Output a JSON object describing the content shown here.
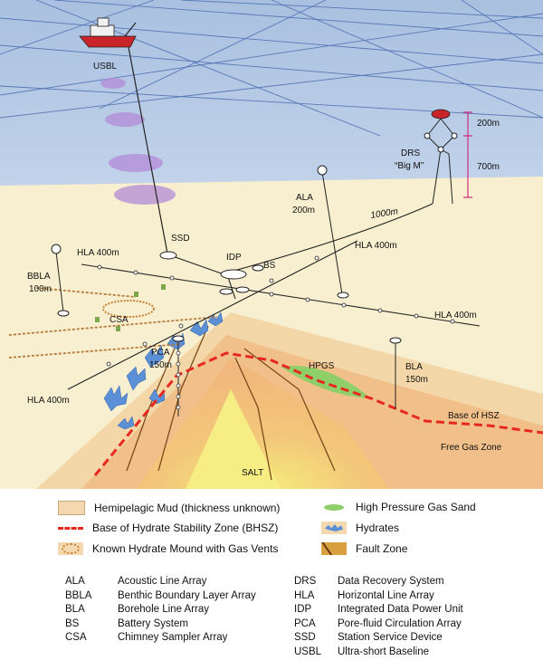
{
  "scene": {
    "labels": {
      "usbl": "USBL",
      "ssd": "SSD",
      "idp": "IDP",
      "bs": "BS",
      "ala": "ALA",
      "ala_len": "200m",
      "hla_top_left": "HLA 400m",
      "hla_top_right": "HLA 400m",
      "hla_right": "HLA 400m",
      "hla_bottom_left": "HLA 400m",
      "bbla": "BBLA",
      "bbla_len": "100m",
      "csa": "CSA",
      "pca": "PCA",
      "pca_len": "150m",
      "bla": "BLA",
      "bla_len": "150m",
      "hpgs": "HPGS",
      "drs": "DRS",
      "drs_name": "“Big M”",
      "depth_200": "200m",
      "depth_700": "700m",
      "cable_1000": "1000m",
      "base_hsz": "Base of HSZ",
      "free_gas": "Free Gas Zone",
      "salt": "SALT"
    }
  },
  "legend": {
    "items": [
      {
        "label": "Hemipelagic Mud (thickness unknown)",
        "swatch": "mud"
      },
      {
        "label": "Base of Hydrate Stability Zone (BHSZ)",
        "swatch": "bhsz"
      },
      {
        "label": "Known Hydrate Mound with Gas Vents",
        "swatch": "mound"
      },
      {
        "label": "High Pressure Gas Sand",
        "swatch": "gas-sand"
      },
      {
        "label": "Hydrates",
        "swatch": "hydrates"
      },
      {
        "label": "Fault Zone",
        "swatch": "fault"
      }
    ],
    "abbreviations_left": [
      {
        "abbr": "ALA",
        "meaning": "Acoustic Line Array"
      },
      {
        "abbr": "BBLA",
        "meaning": "Benthic Boundary Layer Array"
      },
      {
        "abbr": "BLA",
        "meaning": "Borehole Line Array"
      },
      {
        "abbr": "BS",
        "meaning": "Battery System"
      },
      {
        "abbr": "CSA",
        "meaning": "Chimney Sampler Array"
      }
    ],
    "abbreviations_right": [
      {
        "abbr": "DRS",
        "meaning": "Data Recovery System"
      },
      {
        "abbr": "HLA",
        "meaning": "Horizontal Line Array"
      },
      {
        "abbr": "IDP",
        "meaning": "Integrated Data Power Unit"
      },
      {
        "abbr": "PCA",
        "meaning": "Pore-fluid Circulation Array"
      },
      {
        "abbr": "SSD",
        "meaning": "Station Service Device"
      },
      {
        "abbr": "USBL",
        "meaning": "Ultra-short Baseline"
      }
    ]
  },
  "colors": {
    "water_top": "#aec4e2",
    "water_mid": "#dfe8f1",
    "seafloor": "#f7eecb",
    "mud": "#f4d9b0",
    "bhsz": "#e8281e",
    "gas_sand": "#8fcf6a",
    "hydrates": "#5a8fd6",
    "fault": "#d9a040",
    "salt": "#f0e06a"
  }
}
